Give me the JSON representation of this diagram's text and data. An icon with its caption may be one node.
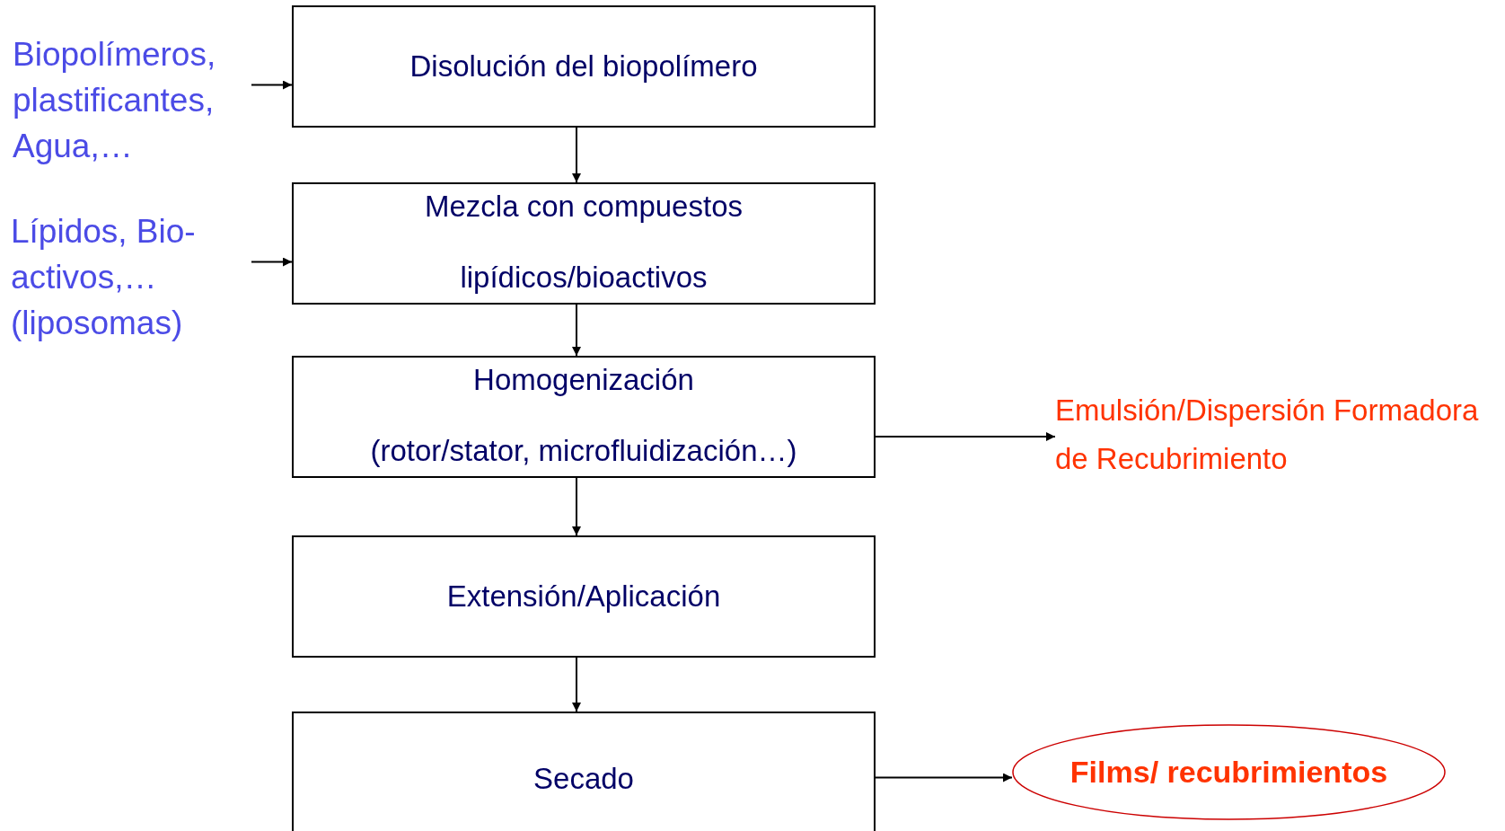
{
  "diagram": {
    "nodes": [
      {
        "text": [
          "Biopolímeros, plastificantes, Agua,…"
        ]
      },
      {
        "text": [
          "Lípidos, Bio-activos,… (liposomas)"
        ]
      },
      {
        "text": [
          "Disolución del biopolímero"
        ]
      },
      {
        "text": [
          "Mezcla con compuestos",
          "lipídicos/bioactivos"
        ]
      },
      {
        "text": [
          "Homogenización",
          "(rotor/stator, microfluidización…)"
        ]
      },
      {
        "text": [
          "Extensión/Aplicación"
        ]
      },
      {
        "text": [
          "Secado"
        ]
      },
      {
        "text": [
          "Emulsión/Dispersión Formadora de Recubrimiento"
        ]
      },
      {
        "text": [
          "Films/ recubrimientos"
        ]
      }
    ],
    "edges": [
      {
        "from": 0,
        "to": 2,
        "arrow": "to"
      },
      {
        "from": 1,
        "to": 3,
        "arrow": "to"
      },
      {
        "from": 2,
        "to": 3,
        "arrow": "to"
      },
      {
        "from": 3,
        "to": 4,
        "arrow": "to"
      },
      {
        "from": 4,
        "to": 5,
        "arrow": "to"
      },
      {
        "from": 5,
        "to": 6,
        "arrow": "to"
      },
      {
        "from": 4,
        "to": 7,
        "arrow": "to"
      },
      {
        "from": 6,
        "to": 8,
        "arrow": "to"
      }
    ]
  }
}
